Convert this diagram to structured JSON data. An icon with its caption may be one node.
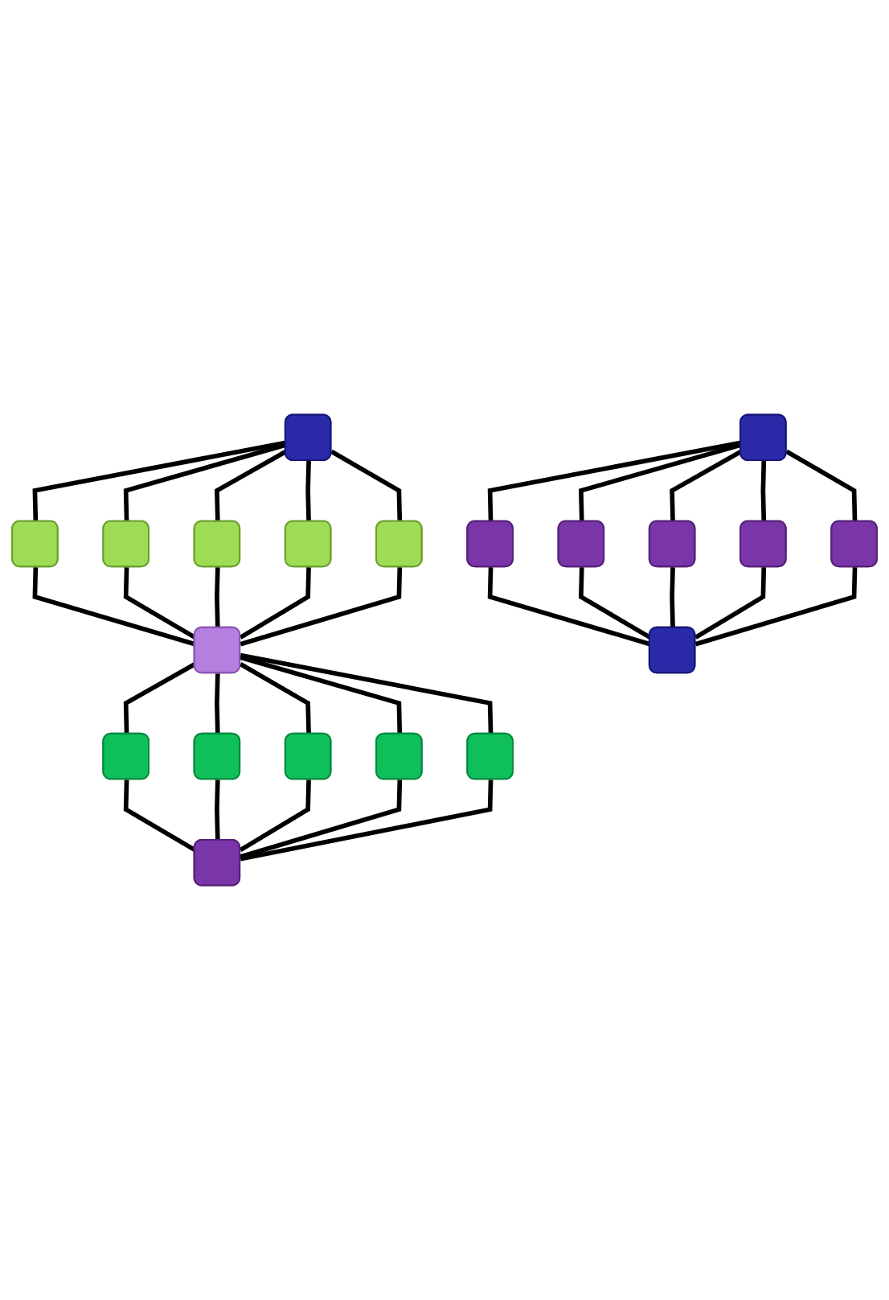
{
  "diagram": {
    "nodes": [
      {
        "text": [],
        "shape": "box"
      },
      {
        "text": [],
        "shape": "box"
      },
      {
        "text": [],
        "shape": "box"
      },
      {
        "text": [],
        "shape": "box"
      },
      {
        "text": [],
        "shape": "box"
      },
      {
        "text": [],
        "shape": "box"
      },
      {
        "text": [],
        "shape": "box"
      },
      {
        "text": [],
        "shape": "box"
      },
      {
        "text": [],
        "shape": "box"
      },
      {
        "text": [],
        "shape": "box"
      },
      {
        "text": [],
        "shape": "box"
      },
      {
        "text": [],
        "shape": "box"
      },
      {
        "text": [],
        "shape": "box"
      },
      {
        "text": [],
        "shape": "box"
      },
      {
        "text": [],
        "shape": "box"
      },
      {
        "text": [],
        "shape": "box"
      },
      {
        "text": [],
        "shape": "box"
      },
      {
        "text": [],
        "shape": "box"
      },
      {
        "text": [],
        "shape": "box"
      },
      {
        "text": [],
        "shape": "box"
      }
    ],
    "edges": [
      {
        "from": 0,
        "to": 1,
        "arrow": "none"
      },
      {
        "from": 0,
        "to": 2,
        "arrow": "none"
      },
      {
        "from": 0,
        "to": 3,
        "arrow": "none"
      },
      {
        "from": 0,
        "to": 4,
        "arrow": "none"
      },
      {
        "from": 0,
        "to": 5,
        "arrow": "none"
      },
      {
        "from": 1,
        "to": 6,
        "arrow": "none"
      },
      {
        "from": 2,
        "to": 6,
        "arrow": "none"
      },
      {
        "from": 3,
        "to": 6,
        "arrow": "none"
      },
      {
        "from": 4,
        "to": 6,
        "arrow": "none"
      },
      {
        "from": 5,
        "to": 6,
        "arrow": "none"
      },
      {
        "from": 6,
        "to": 7,
        "arrow": "none"
      },
      {
        "from": 6,
        "to": 8,
        "arrow": "none"
      },
      {
        "from": 6,
        "to": 9,
        "arrow": "none"
      },
      {
        "from": 6,
        "to": 10,
        "arrow": "none"
      },
      {
        "from": 6,
        "to": 11,
        "arrow": "none"
      },
      {
        "from": 7,
        "to": 12,
        "arrow": "none"
      },
      {
        "from": 8,
        "to": 12,
        "arrow": "none"
      },
      {
        "from": 9,
        "to": 12,
        "arrow": "none"
      },
      {
        "from": 10,
        "to": 12,
        "arrow": "none"
      },
      {
        "from": 11,
        "to": 12,
        "arrow": "none"
      },
      {
        "from": 13,
        "to": 14,
        "arrow": "none"
      },
      {
        "from": 13,
        "to": 15,
        "arrow": "none"
      },
      {
        "from": 13,
        "to": 16,
        "arrow": "none"
      },
      {
        "from": 13,
        "to": 17,
        "arrow": "none"
      },
      {
        "from": 13,
        "to": 18,
        "arrow": "none"
      },
      {
        "from": 14,
        "to": 19,
        "arrow": "none"
      },
      {
        "from": 15,
        "to": 19,
        "arrow": "none"
      },
      {
        "from": 16,
        "to": 19,
        "arrow": "none"
      },
      {
        "from": 17,
        "to": 19,
        "arrow": "none"
      },
      {
        "from": 18,
        "to": 19,
        "arrow": "none"
      }
    ]
  }
}
